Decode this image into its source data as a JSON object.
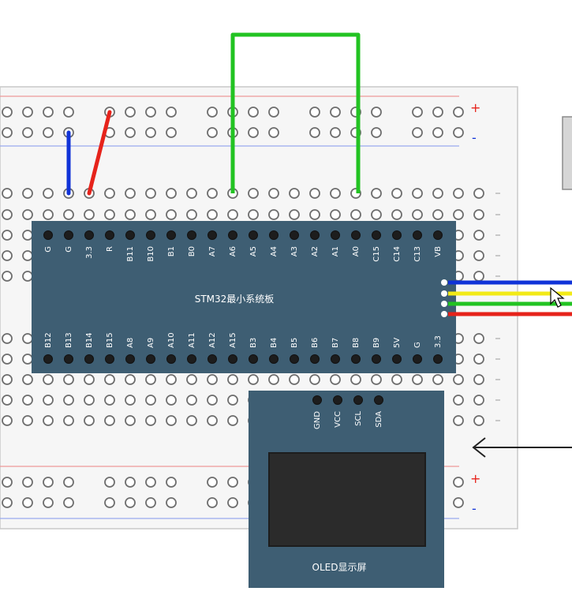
{
  "module": {
    "title": "STM32最小系统板",
    "top_pins": [
      "G",
      "G",
      "3.3",
      "R",
      "B11",
      "B10",
      "B1",
      "B0",
      "A7",
      "A6",
      "A5",
      "A4",
      "A3",
      "A2",
      "A1",
      "A0",
      "C15",
      "C14",
      "C13",
      "VB"
    ],
    "bottom_pins": [
      "B12",
      "B13",
      "B14",
      "B15",
      "A8",
      "A9",
      "A10",
      "A11",
      "A12",
      "A15",
      "B3",
      "B4",
      "B5",
      "B6",
      "B7",
      "B8",
      "B9",
      "5V",
      "G",
      "3.3"
    ]
  },
  "oled": {
    "title": "OLED显示屏",
    "pins": [
      "GND",
      "VCC",
      "SCL",
      "SDA"
    ]
  },
  "breadboard": {
    "plus_label": "+",
    "minus_label": "-"
  },
  "colors": {
    "board_bg": "#f6f6f6",
    "module_bg": "#3e5e73",
    "screen_bg": "#2b2b2b",
    "wire_green": "#22c322",
    "wire_blue": "#1033d8",
    "wire_red": "#e6231b",
    "wire_yellow": "#f2ea17"
  }
}
